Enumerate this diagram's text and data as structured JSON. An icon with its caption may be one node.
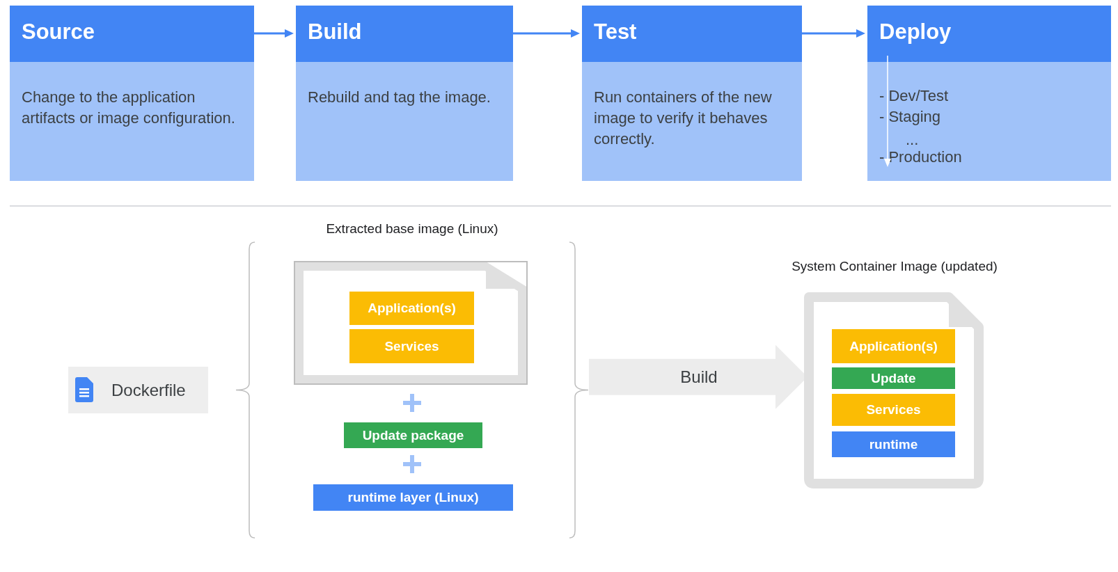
{
  "diagram": {
    "nodes": [
      {
        "text": [
          "Source",
          "Change to the application artifacts or image configuration."
        ]
      },
      {
        "text": [
          "Build",
          "Rebuild and tag the image."
        ]
      },
      {
        "text": [
          "Test",
          "Run containers of the new image to verify it behaves correctly."
        ]
      },
      {
        "text": [
          "Deploy",
          "- Dev/Test",
          "- Staging",
          "...",
          "- Production"
        ]
      },
      {
        "text": [
          "Dockerfile"
        ]
      },
      {
        "text": [
          "Extracted base image (Linux)"
        ]
      },
      {
        "text": [],
        "shape": "picture",
        "in": 5
      },
      {
        "text": [
          "Application(s)"
        ],
        "in": 6
      },
      {
        "text": [
          "Services"
        ],
        "in": 6
      },
      {
        "text": [
          "Update package"
        ],
        "in": 5
      },
      {
        "text": [
          "runtime layer (Linux)"
        ],
        "in": 5
      },
      {
        "text": [
          "System Container Image (updated)"
        ]
      },
      {
        "text": [
          "Application(s)"
        ],
        "in": 11
      },
      {
        "text": [
          "Update"
        ],
        "in": 11
      },
      {
        "text": [
          "Services"
        ],
        "in": 11
      },
      {
        "text": [
          "runtime"
        ],
        "in": 11
      }
    ],
    "edges": [
      {
        "from": 0,
        "to": 1,
        "arrow": "to"
      },
      {
        "from": 1,
        "to": 2,
        "arrow": "to"
      },
      {
        "from": 2,
        "to": 3,
        "arrow": "to"
      },
      {
        "from": 5,
        "to": 11,
        "arrow": "to",
        "label": "Build",
        "style": "thick",
        "color": "#ececec"
      }
    ]
  }
}
